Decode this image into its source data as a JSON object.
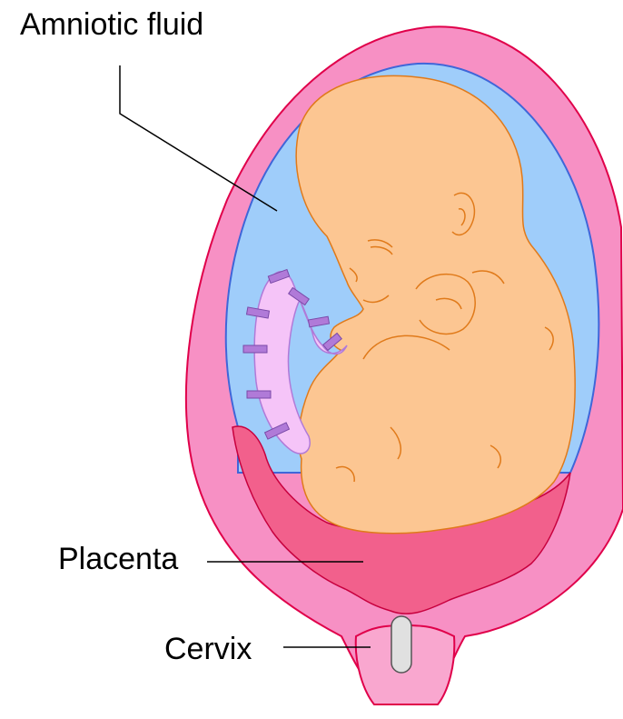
{
  "labels": {
    "amniotic_fluid": "Amniotic fluid",
    "placenta": "Placenta",
    "cervix": "Cervix"
  },
  "colors": {
    "uterus_wall": "#f790c4",
    "uterus_stroke": "#e0004a",
    "amniotic_fluid": "#9fcdfa",
    "amniotic_stroke": "#3f66d9",
    "placenta": "#f2608c",
    "fetus_skin": "#fcc692",
    "fetus_stroke": "#e07a1a",
    "umbilical_cord": "#f5c4f8",
    "umbilical_bands": "#b07ad8",
    "cervix_plug": "#e0e0e0",
    "leader_lines": "#000000"
  }
}
